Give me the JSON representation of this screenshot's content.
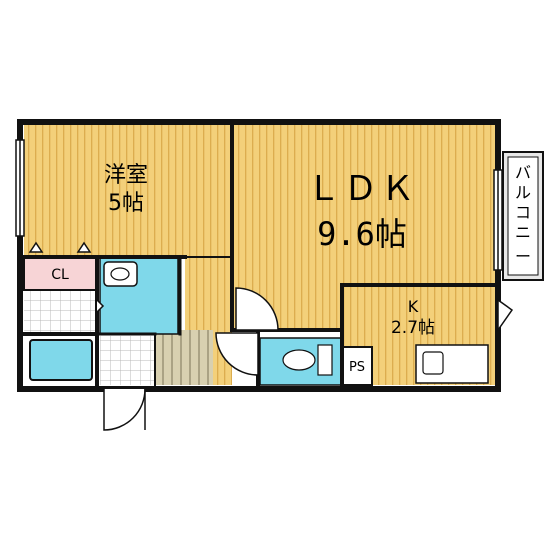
{
  "rooms": {
    "western": {
      "name": "洋室",
      "size": "5帖"
    },
    "ldk": {
      "name": "ＬＤＫ",
      "size": "9.6帖"
    },
    "kitchen": {
      "name": "K",
      "size": "2.7帖"
    },
    "closet": {
      "name": "CL"
    },
    "pipe_space": {
      "name": "PS"
    },
    "balcony": {
      "name": "バルコニー"
    }
  },
  "colors": {
    "floor_wood": "#f3d07a",
    "wood_stripe": "#d9a94a",
    "wall": "#111111",
    "water_fixture": "#7fd8ea",
    "closet_fill": "#f7d4d6",
    "balcony_fill": "#e8e8e8",
    "tile_grid": "#b8b8b8",
    "entrance_floor": "#d8d0b0"
  }
}
